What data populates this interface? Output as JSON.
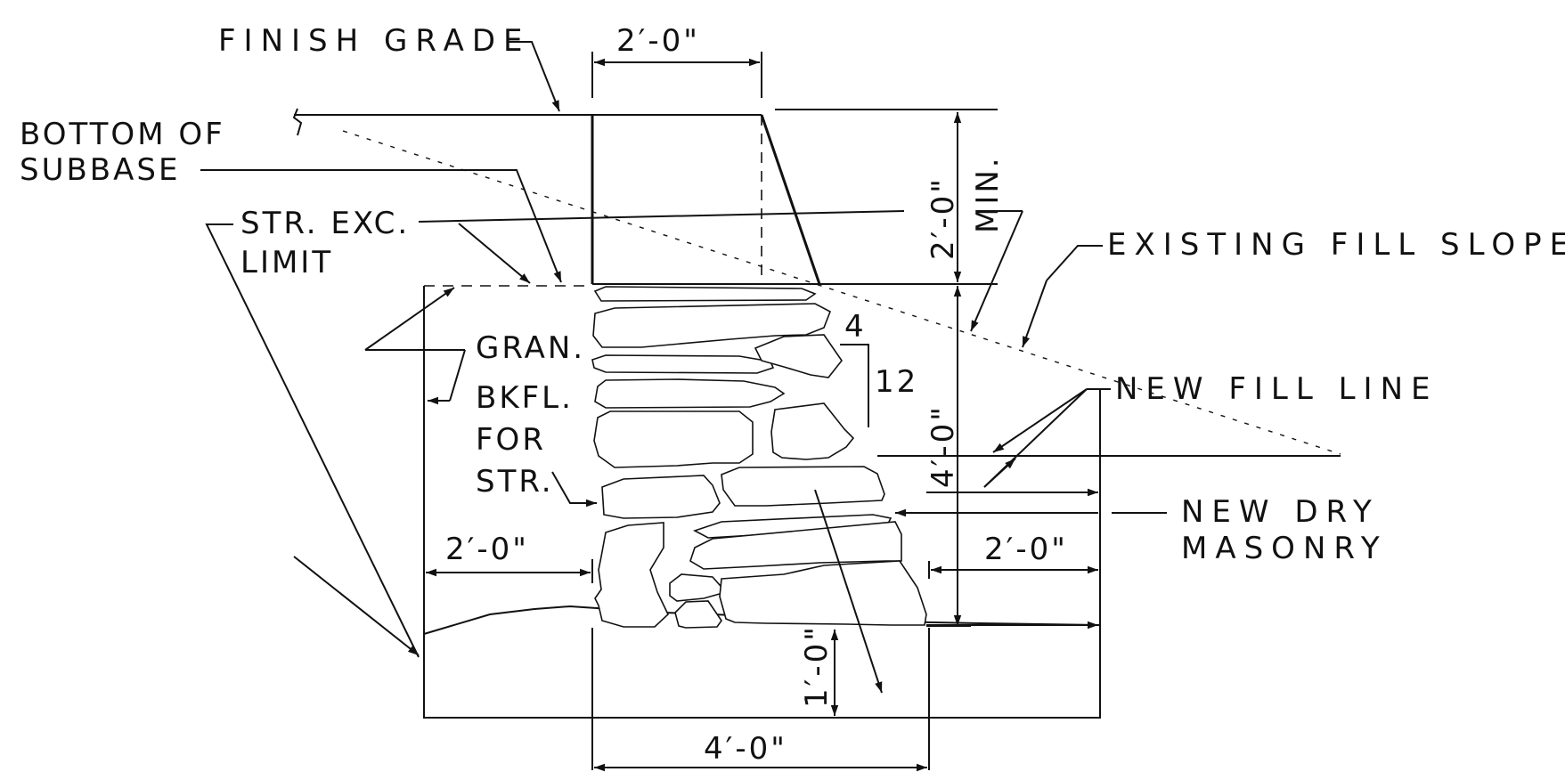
{
  "labels": {
    "finish_grade": "FINISH GRADE",
    "bottom_of": "BOTTOM OF",
    "subbase": "SUBBASE",
    "str_exc": "STR. EXC.",
    "limit": "LIMIT",
    "gran": "GRAN.",
    "bkfl": "BKFL.",
    "for": "FOR",
    "str": "STR.",
    "existing_fill_slope": "EXISTING FILL SLOPE",
    "new_fill_line": "NEW FILL LINE",
    "new_dry": "NEW DRY",
    "masonry": "MASONRY"
  },
  "dimensions": {
    "top_width": "2′-0\"",
    "cap_height": "2′-0\"",
    "cap_min": "MIN.",
    "wall_height": "4′-0\"",
    "left_offset": "2′-0\"",
    "right_offset": "2′-0\"",
    "footing_depth": "1′-0\"",
    "base_width": "4′-0\""
  },
  "slope": {
    "rise": "4",
    "run": "12"
  }
}
